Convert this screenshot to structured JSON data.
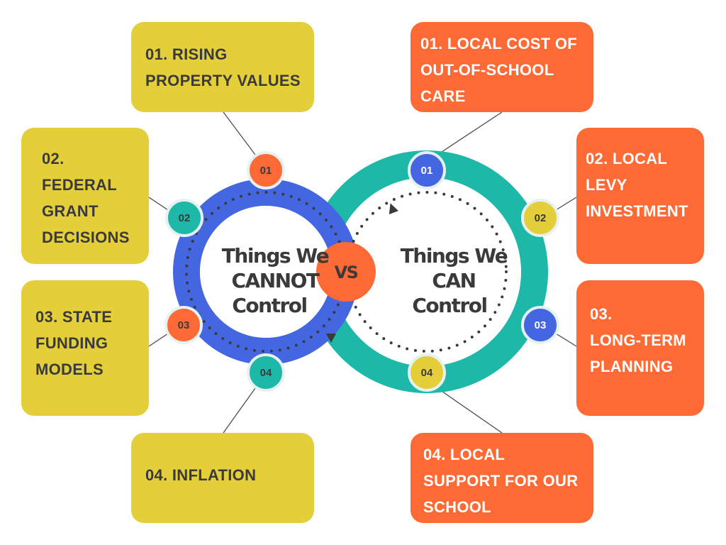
{
  "center": {
    "left_title": [
      "Things We",
      "CANNOT",
      "Control"
    ],
    "right_title": [
      "Things We",
      "CAN",
      "Control"
    ],
    "vs_label": "VS"
  },
  "cannot_control": [
    {
      "badge": "01",
      "lines": [
        "01. RISING",
        "PROPERTY VALUES"
      ]
    },
    {
      "badge": "02",
      "lines": [
        "02.",
        "FEDERAL",
        "GRANT",
        "DECISIONS"
      ]
    },
    {
      "badge": "03",
      "lines": [
        "03. STATE",
        "FUNDING",
        "MODELS"
      ]
    },
    {
      "badge": "04",
      "lines": [
        "04. INFLATION"
      ]
    }
  ],
  "can_control": [
    {
      "badge": "01",
      "lines": [
        "01. LOCAL COST OF",
        "OUT-OF-SCHOOL",
        "CARE"
      ]
    },
    {
      "badge": "02",
      "lines": [
        "02. LOCAL",
        "LEVY",
        "INVESTMENT"
      ]
    },
    {
      "badge": "03",
      "lines": [
        "03.",
        "LONG-TERM",
        "PLANNING"
      ]
    },
    {
      "badge": "04",
      "lines": [
        "04. LOCAL",
        "SUPPORT FOR OUR",
        "SCHOOL"
      ]
    }
  ],
  "colors": {
    "yellow": "#e4cf3a",
    "orange": "#fd6a35",
    "blue": "#4466e0",
    "teal": "#1db8a8",
    "text": "#3a3a3a"
  }
}
